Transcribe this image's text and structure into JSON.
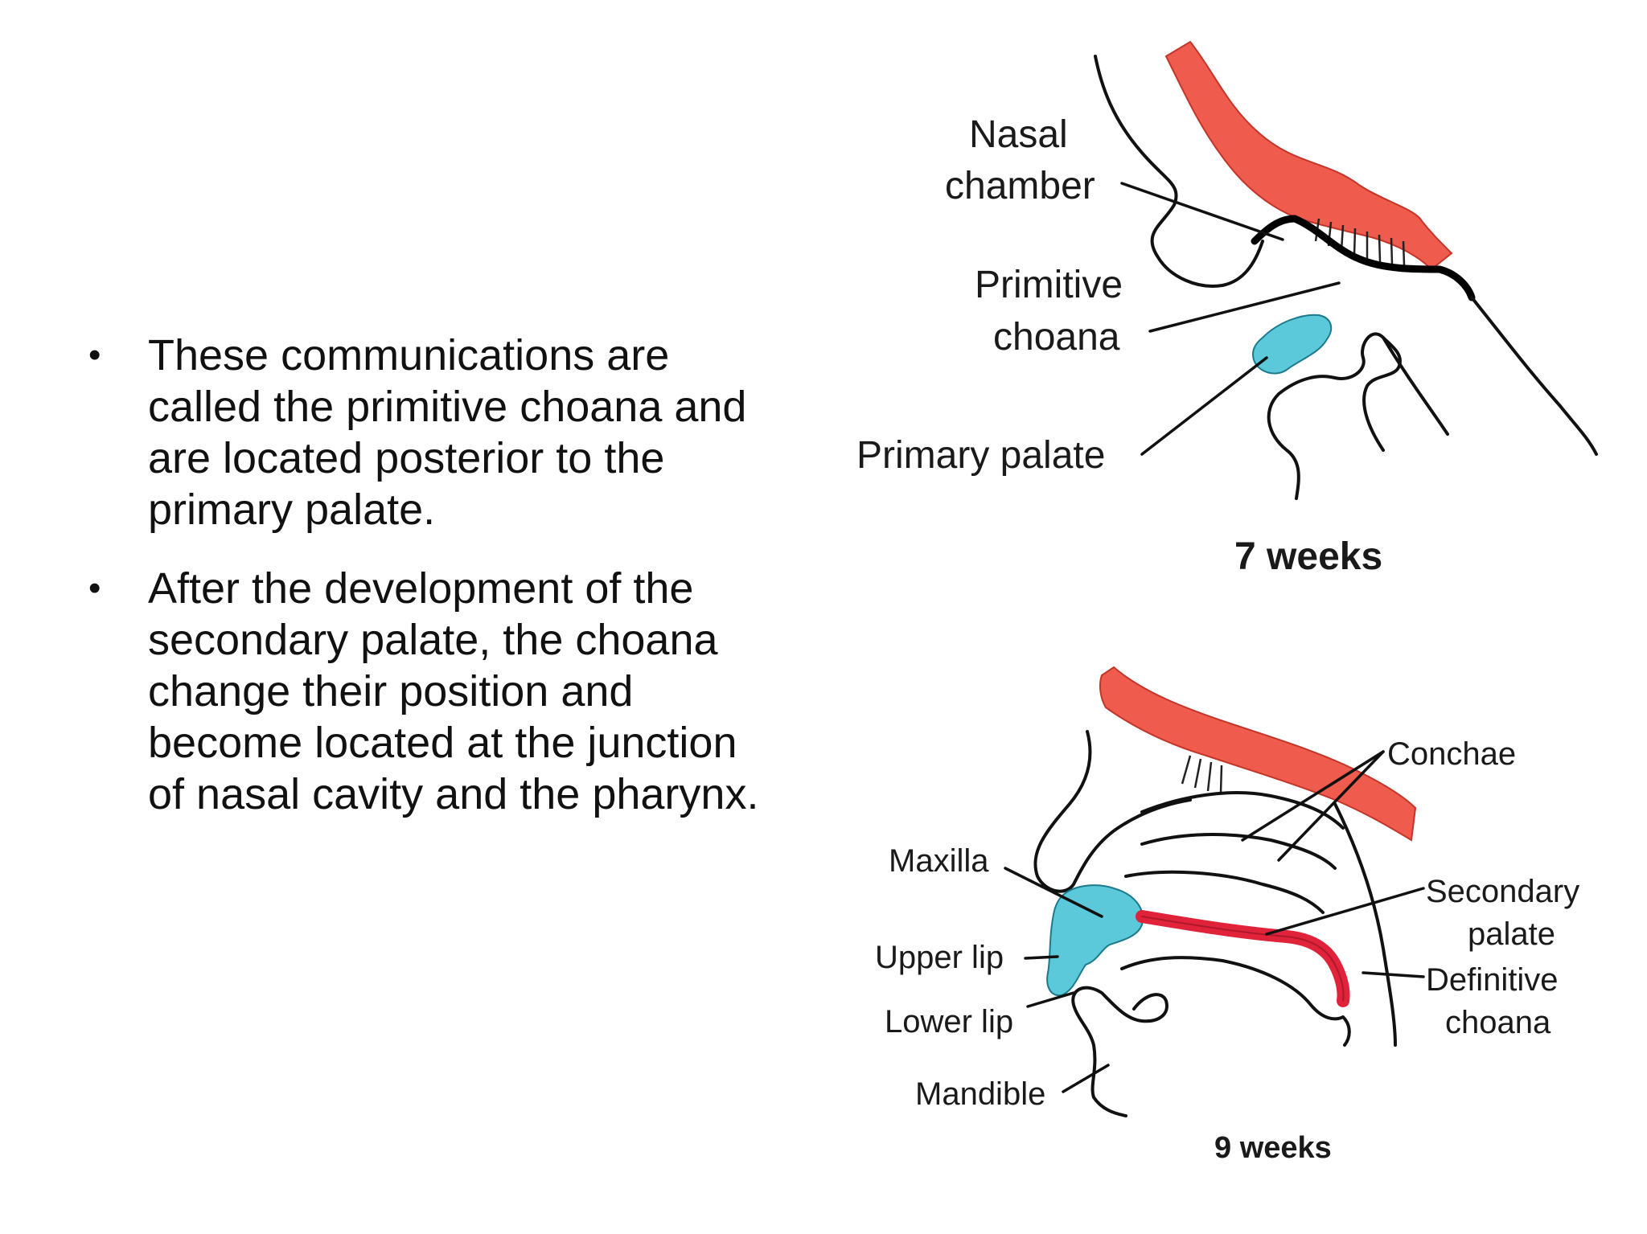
{
  "bullets": [
    {
      "lines": [
        "These communications are",
        "called the primitive choana and",
        "are located posterior to the",
        "primary palate."
      ]
    },
    {
      "lines": [
        "After the development of the",
        "secondary palate, the choana",
        "change their position and",
        "become located at the junction",
        "of nasal cavity and the pharynx."
      ]
    }
  ],
  "bullet_symbol": "•",
  "diagram_top": {
    "caption": "7 weeks",
    "labels": {
      "nasal_line1": "Nasal",
      "nasal_line2": "chamber",
      "primitive_line1": "Primitive",
      "primitive_line2": "choana",
      "primary_palate": "Primary palate"
    }
  },
  "diagram_bottom": {
    "caption": "9 weeks",
    "labels": {
      "conchae": "Conchae",
      "maxilla": "Maxilla",
      "upper_lip": "Upper lip",
      "lower_lip": "Lower lip",
      "mandible": "Mandible",
      "secondary_line1": "Secondary",
      "secondary_line2": "palate",
      "definitive_line1": "Definitive",
      "definitive_line2": "choana"
    }
  },
  "colors": {
    "brain_red": "#ef5b4c",
    "palate_cyan": "#5cc9db",
    "secondary_palate_red": "#e0233a"
  }
}
